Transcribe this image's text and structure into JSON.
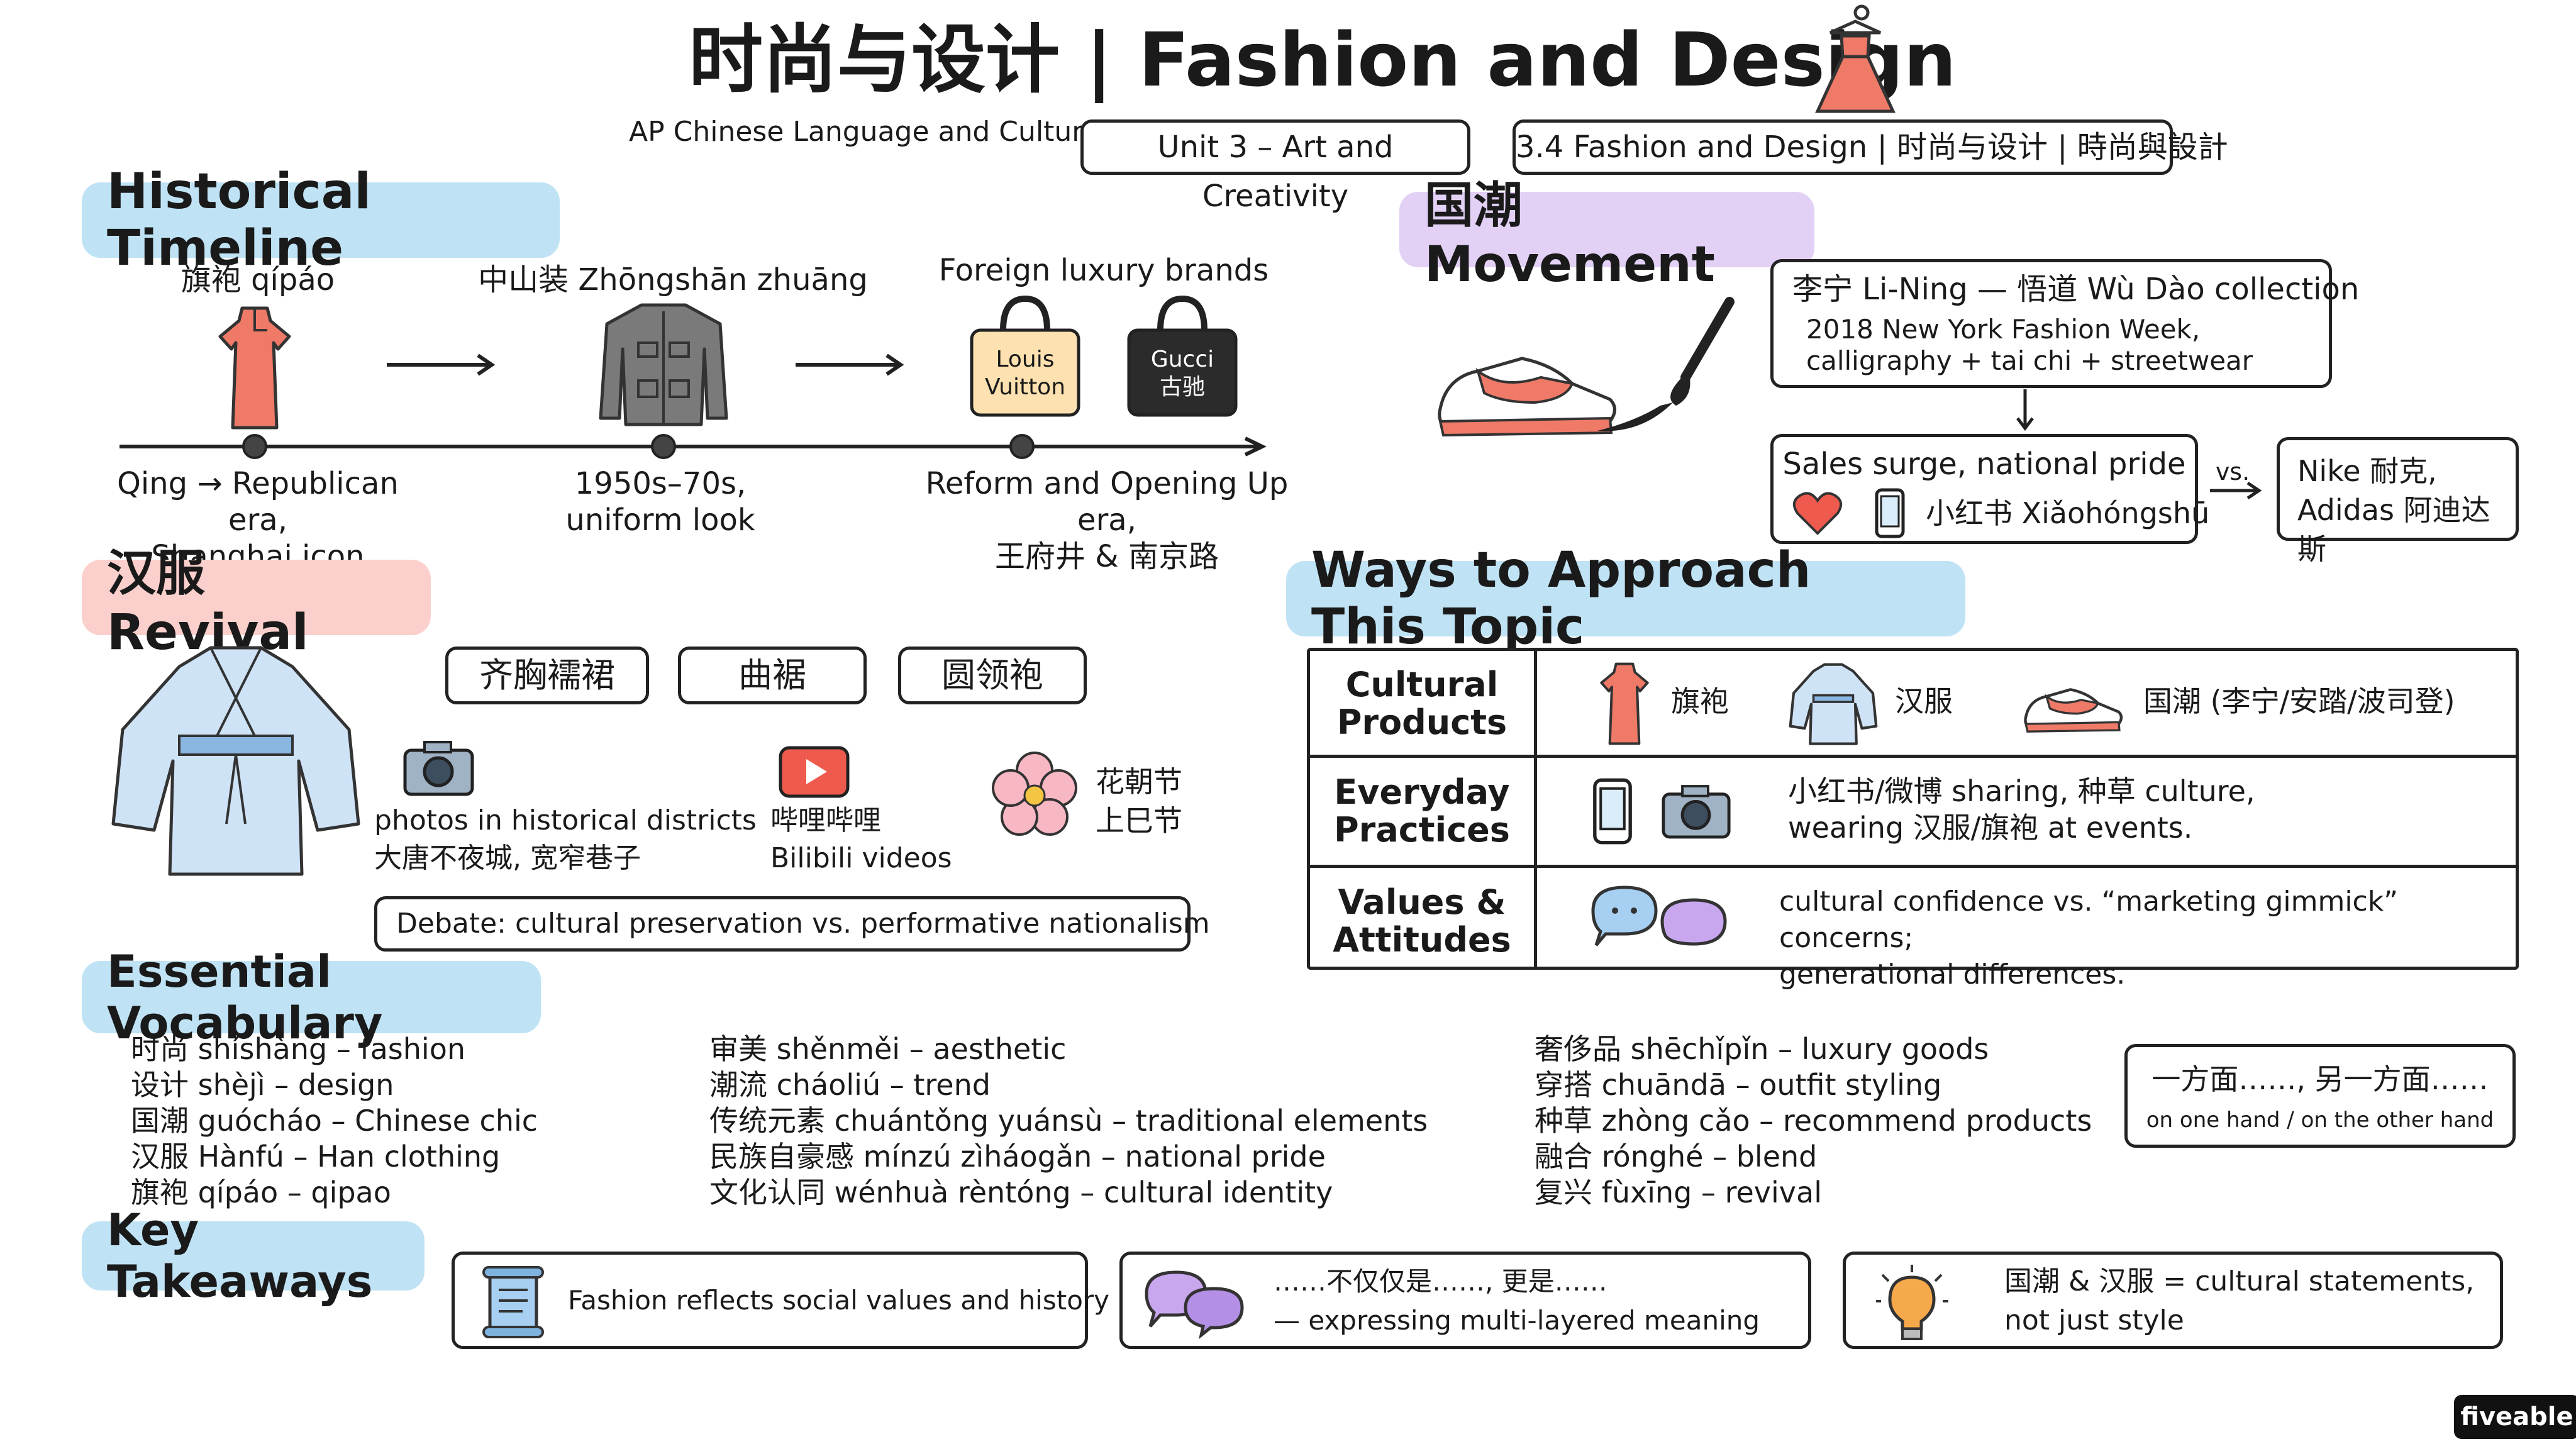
{
  "header": {
    "title": "时尚与设计 | Fashion and Design",
    "course": "AP Chinese Language and Culture",
    "unit": "Unit 3 – Art and Creativity",
    "lesson": "3.4 Fashion and Design | 时尚与设计 | 時尚與設計"
  },
  "timeline": {
    "heading": "Historical Timeline",
    "items": [
      {
        "label": "旗袍 qípáo",
        "caption": "Qing → Republican era,\nShanghai icon"
      },
      {
        "label": "中山装 Zhōngshān zhuāng",
        "caption": "1950s–70s,\nuniform look"
      },
      {
        "label": "Foreign luxury brands",
        "caption": "Reform and Opening Up era,\n王府井 & 南京路"
      }
    ],
    "bag1": "Louis\nVuitton",
    "bag2": "Gucci\n古驰"
  },
  "guochao": {
    "heading": "国潮 Movement",
    "lining_title": "李宁 Li-Ning — 悟道 Wù Dào collection",
    "lining_desc": "2018 New York Fashion Week,\ncalligraphy + tai chi + streetwear",
    "sales_title": "Sales surge, national pride",
    "sales_app": "小红书 Xiǎohóngshū",
    "vs": "vs.",
    "competitors": "Nike 耐克,\nAdidas 阿迪达斯"
  },
  "hanfu": {
    "heading": "汉服 Revival",
    "styles": [
      "齐胸襦裙",
      "曲裾",
      "圆领袍"
    ],
    "photos": "photos in historical districts\n大唐不夜城, 宽窄巷子",
    "bilibili": "哔哩哔哩\nBilibili videos",
    "festivals": "花朝节\n上巳节",
    "debate": "Debate: cultural preservation vs. performative nationalism"
  },
  "approach": {
    "heading": "Ways to Approach This Topic",
    "rows": [
      {
        "header": "Cultural\nProducts",
        "items": [
          "旗袍",
          "汉服",
          "国潮 (李宁/安踏/波司登)"
        ]
      },
      {
        "header": "Everyday\nPractices",
        "text": "小红书/微博 sharing, 种草 culture,\nwearing 汉服/旗袍 at events."
      },
      {
        "header": "Values &\nAttitudes",
        "text": "cultural confidence vs. “marketing gimmick” concerns;\ngenerational differences."
      }
    ]
  },
  "vocab": {
    "heading": "Essential Vocabulary",
    "col1": [
      "时尚  shíshàng – fashion",
      "设计  shèjì – design",
      "国潮  guócháo – Chinese chic",
      "汉服  Hànfú – Han clothing",
      "旗袍  qípáo – qipao"
    ],
    "col2": [
      "审美  shěnměi – aesthetic",
      "潮流  cháoliú – trend",
      "传统元素  chuántǒng yuánsù – traditional elements",
      "民族自豪感  mínzú zìháogǎn – national pride",
      "文化认同  wénhuà rèntóng – cultural identity"
    ],
    "col3": [
      "奢侈品  shēchǐpǐn – luxury goods",
      "穿搭  chuāndā – outfit styling",
      "种草  zhòng cǎo – recommend products",
      "融合  rónghé – blend",
      "复兴  fùxīng – revival"
    ],
    "phrase": "一方面……, 另一方面……",
    "phrase_en": "on one hand / on the other hand"
  },
  "takeaways": {
    "heading": "Key Takeaways",
    "t1": "Fashion reflects social values and history",
    "t2": "……不仅仅是……, 更是……\n— expressing multi-layered meaning",
    "t3": "国潮 & 汉服 = cultural statements,\nnot just style"
  },
  "brand": "fiveable",
  "colors": {
    "blue": "#bfe3f5",
    "pink": "#fbd0cc",
    "purple": "#e2d0f5",
    "coral": "#ef7a68",
    "hanfu": "#cfe3f7"
  }
}
